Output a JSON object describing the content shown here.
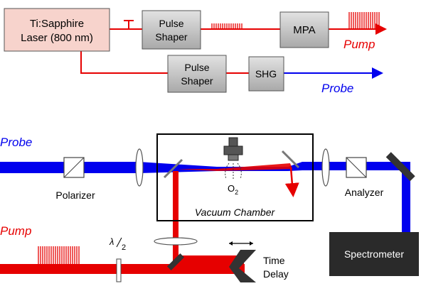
{
  "top_diagram": {
    "laser_label_line1": "Ti:Sapphire",
    "laser_label_line2": "Laser (800 nm)",
    "shaper1_line1": "Pulse",
    "shaper1_line2": "Shaper",
    "mpa_label": "MPA",
    "pump_label": "Pump",
    "shaper2_line1": "Pulse",
    "shaper2_line2": "Shaper",
    "shg_label": "SHG",
    "probe_label": "Probe"
  },
  "bottom_diagram": {
    "probe_label": "Probe",
    "pump_label": "Pump",
    "polarizer_label": "Polarizer",
    "analyzer_label": "Analyzer",
    "gas_label": "O",
    "gas_subscript": "2",
    "chamber_label": "Vacuum Chamber",
    "waveplate_lambda": "λ",
    "waveplate_den": "2",
    "delay_line1": "Time",
    "delay_line2": "Delay",
    "spectrometer_label": "Spectrometer"
  },
  "colors": {
    "pump_red": "#e60000",
    "probe_blue": "#0000ee",
    "box_gray": "#c8c8c8",
    "laser_box_fill": "#f7d3cc"
  }
}
